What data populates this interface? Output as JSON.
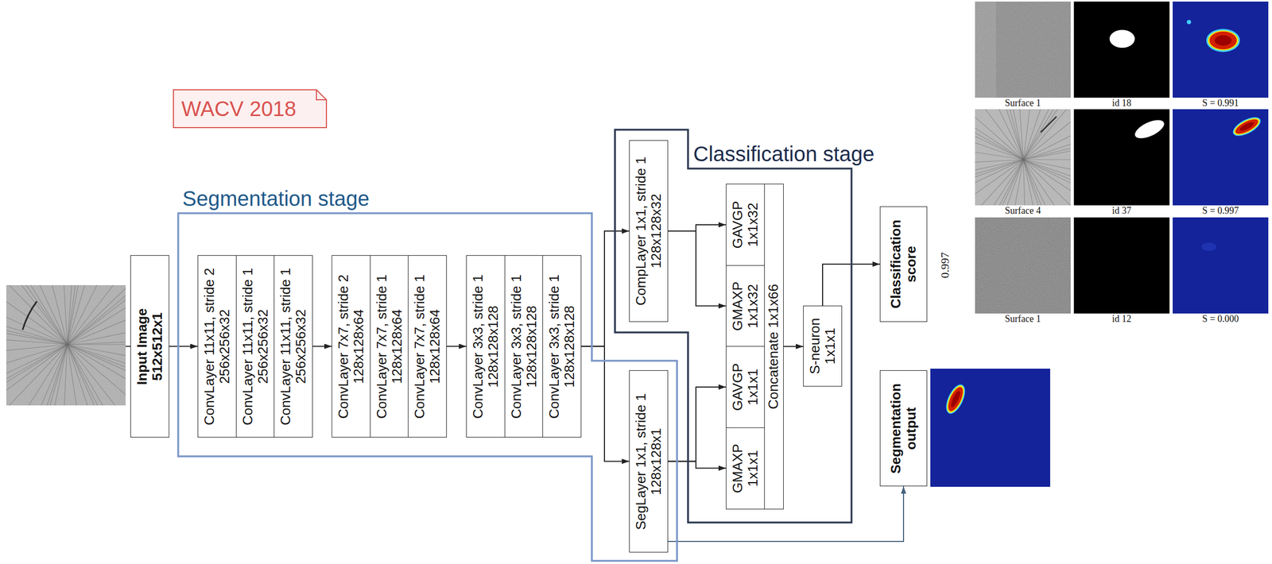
{
  "diagram": {
    "nodes": [
      {
        "text": [
          "WACV 2018"
        ]
      },
      {
        "text": [
          "Input Image",
          "512x512x1"
        ]
      },
      {
        "text": [
          "Segmentation stage"
        ]
      },
      {
        "text": [
          "ConvLayer 11x11, stride 2",
          "256x256x32"
        ],
        "in": 2
      },
      {
        "text": [
          "ConvLayer 11x11, stride 1",
          "256x256x32"
        ],
        "in": 2
      },
      {
        "text": [
          "ConvLayer 11x11, stride 1",
          "256x256x32"
        ],
        "in": 2
      },
      {
        "text": [
          "ConvLayer 7x7, stride 2",
          "128x128x64"
        ],
        "in": 2
      },
      {
        "text": [
          "ConvLayer 7x7, stride 1",
          "128x128x64"
        ],
        "in": 2
      },
      {
        "text": [
          "ConvLayer 7x7, stride 1",
          "128x128x64"
        ],
        "in": 2
      },
      {
        "text": [
          "ConvLayer 3x3, stride 1",
          "128x128x128"
        ],
        "in": 2
      },
      {
        "text": [
          "ConvLayer 3x3, stride 1",
          "128x128x128"
        ],
        "in": 2
      },
      {
        "text": [
          "ConvLayer 3x3, stride 1",
          "128x128x128"
        ],
        "in": 2
      },
      {
        "text": [
          "Classification stage"
        ]
      },
      {
        "text": [
          "CompLayer 1x1, stride 1",
          "128x128x32"
        ],
        "in": 12
      },
      {
        "text": [
          "SegLayer 1x1, stride 1",
          "128x128x1"
        ],
        "in": 2
      },
      {
        "text": [
          "GAVGP",
          "1x1x32"
        ],
        "in": 12
      },
      {
        "text": [
          "GMAXP",
          "1x1x32"
        ],
        "in": 12
      },
      {
        "text": [
          "GAVGP",
          "1x1x1"
        ],
        "in": 12
      },
      {
        "text": [
          "GMAXP",
          "1x1x1"
        ],
        "in": 12
      },
      {
        "text": [
          "Concatenate 1x1x66"
        ],
        "in": 12
      },
      {
        "text": [
          "S-neuron",
          "1x1x1"
        ],
        "in": 12
      },
      {
        "text": [
          "Classification score"
        ]
      },
      {
        "text": [
          "Segmentation output"
        ]
      }
    ],
    "edges": [
      {
        "from": 1,
        "to": 3,
        "arrow": "to"
      },
      {
        "from": 5,
        "to": 6,
        "arrow": "to"
      },
      {
        "from": 8,
        "to": 9,
        "arrow": "to"
      },
      {
        "from": 11,
        "to": 13,
        "arrow": "to"
      },
      {
        "from": 11,
        "to": 14,
        "arrow": "to"
      },
      {
        "from": 13,
        "to": 15,
        "arrow": "to"
      },
      {
        "from": 13,
        "to": 16,
        "arrow": "to"
      },
      {
        "from": 14,
        "to": 17,
        "arrow": "to"
      },
      {
        "from": 14,
        "to": 18,
        "arrow": "to"
      },
      {
        "from": 19,
        "to": 20,
        "arrow": "to"
      },
      {
        "from": 20,
        "to": 21,
        "arrow": "to"
      },
      {
        "from": 14,
        "to": 22,
        "arrow": "to"
      }
    ],
    "labels": [
      "0.997",
      "Surface 1",
      "id 18",
      "S = 0.991",
      "Surface 4",
      "id 37",
      "S = 0.997",
      "Surface 1",
      "id 12",
      "S = 0.000"
    ]
  }
}
